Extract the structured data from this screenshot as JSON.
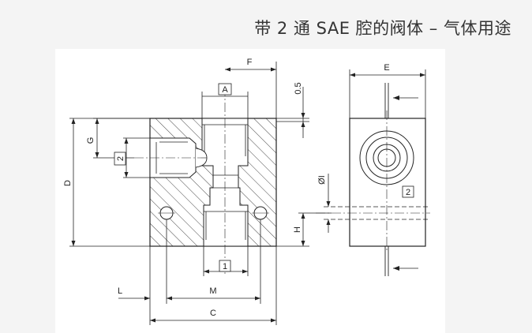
{
  "header": {
    "title": "带 2 通 SAE 腔的阀体 – 气体用途"
  },
  "drawing": {
    "dimensions": {
      "F": "F",
      "A": "A",
      "d05": "0.5",
      "G": "G",
      "D": "D",
      "p2": "2",
      "p1": "1",
      "M": "M",
      "L": "L",
      "C": "C",
      "E": "E",
      "H": "H",
      "oI": "ØI",
      "p2side": "2"
    }
  }
}
